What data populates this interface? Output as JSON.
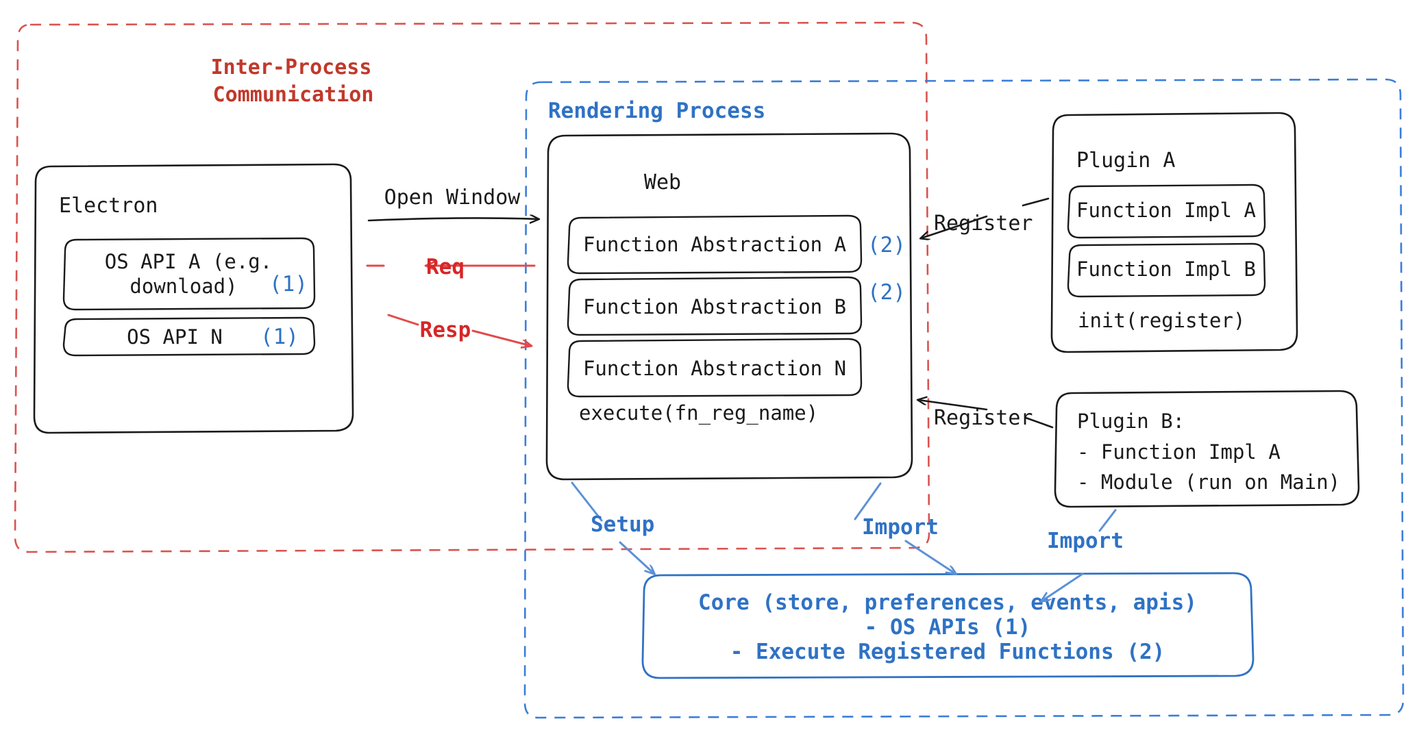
{
  "diagram": {
    "title": "Electron plugin architecture",
    "colors": {
      "ipc_red": "#d62728",
      "process_blue": "#2f72c4",
      "ink_black": "#1a1a1a",
      "arrow_red": "#e24a4a",
      "arrow_blue": "#5b91d6",
      "dashed_red": "#d9534f",
      "dashed_blue": "#3b7dd8"
    },
    "regions": [
      {
        "id": "ipc",
        "label_line1": "Inter-Process",
        "label_line2": "Communication",
        "style": "dashed-red"
      },
      {
        "id": "rendering-process",
        "label": "Rendering Process",
        "style": "dashed-blue"
      }
    ],
    "nodes": {
      "electron": {
        "title": "Electron",
        "items": [
          {
            "line1": "OS API A (e.g.",
            "line2": "download)",
            "badge": "(1)"
          },
          {
            "line1": "OS API N",
            "line2": "",
            "badge": "(1)"
          }
        ]
      },
      "web": {
        "title": "Web",
        "abstractions": [
          {
            "label": "Function Abstraction A",
            "badge": "(2)"
          },
          {
            "label": "Function Abstraction B",
            "badge": "(2)"
          },
          {
            "label": "Function Abstraction N",
            "badge": ""
          }
        ],
        "footer": "execute(fn_reg_name)"
      },
      "plugin_a": {
        "title": "Plugin A",
        "items": [
          "Function Impl A",
          "Function Impl B"
        ],
        "footer": "init(register)"
      },
      "plugin_b": {
        "title": "Plugin B:",
        "lines": [
          "- Function Impl A",
          "- Module (run on Main)"
        ]
      },
      "core": {
        "line1": "Core (store, preferences, events, apis)",
        "line2": "- OS APIs (1)",
        "line3": "- Execute Registered Functions (2)"
      }
    },
    "edges": [
      {
        "id": "open-window",
        "label": "Open Window",
        "color": "black"
      },
      {
        "id": "req",
        "label": "Req",
        "color": "red"
      },
      {
        "id": "resp",
        "label": "Resp",
        "color": "red"
      },
      {
        "id": "register-a",
        "label": "Register",
        "color": "black"
      },
      {
        "id": "register-b",
        "label": "Register",
        "color": "black"
      },
      {
        "id": "setup",
        "label": "Setup",
        "color": "blue"
      },
      {
        "id": "import-web",
        "label": "Import",
        "color": "blue"
      },
      {
        "id": "import-plugin-b",
        "label": "Import",
        "color": "blue"
      }
    ]
  }
}
